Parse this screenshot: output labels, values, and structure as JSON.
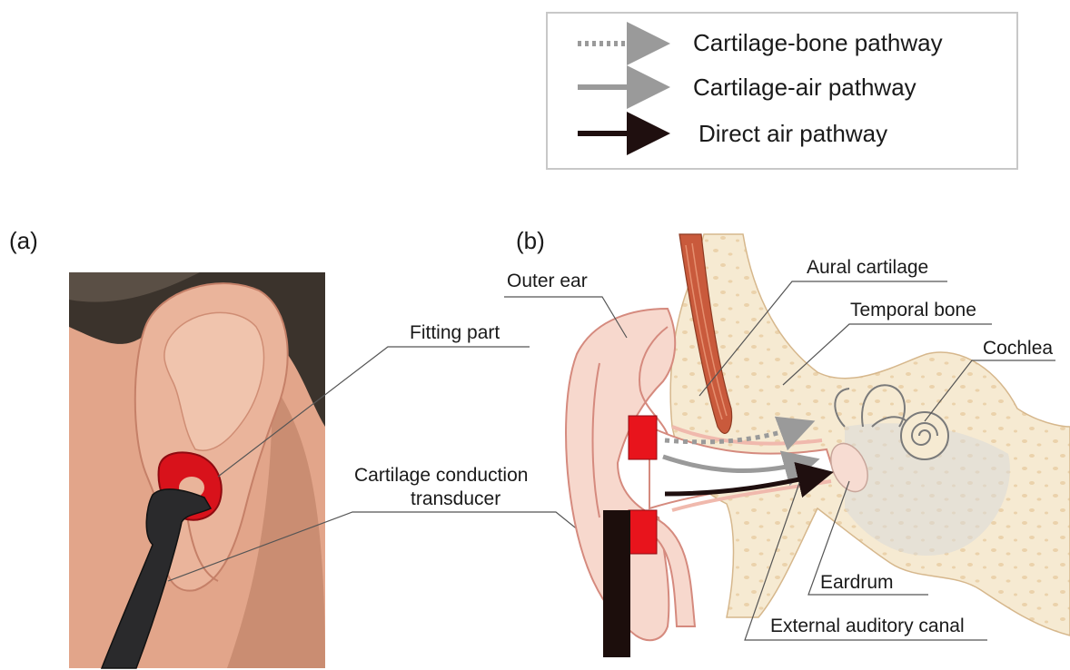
{
  "legend": {
    "items": [
      {
        "label": "Cartilage-bone pathway",
        "style": "dotted",
        "color": "#9a9a9a"
      },
      {
        "label": "Cartilage-air pathway",
        "style": "solid",
        "color": "#9a9a9a"
      },
      {
        "label": "Direct air pathway",
        "style": "solid",
        "color": "#1f0f0f"
      }
    ]
  },
  "panels": {
    "a": {
      "tag": "(a)"
    },
    "b": {
      "tag": "(b)"
    }
  },
  "labels": {
    "fitting_part": "Fitting part",
    "transducer_line1": "Cartilage conduction",
    "transducer_line2": "transducer",
    "outer_ear": "Outer ear",
    "aural_cartilage": "Aural cartilage",
    "temporal_bone": "Temporal bone",
    "cochlea": "Cochlea",
    "eardrum": "Eardrum",
    "external_auditory_canal": "External auditory canal"
  },
  "colors": {
    "device_red": "#e8141c",
    "transducer_black": "#1c0e0c",
    "bone": "#f6ead2",
    "bone_speckle": "#e9cfa6",
    "skin": "#f8d9cf",
    "skin_edge": "#d98c80",
    "muscle": "#c95a3c",
    "pathway_gray": "#9a9a9a",
    "pathway_black": "#1f0f0f"
  }
}
